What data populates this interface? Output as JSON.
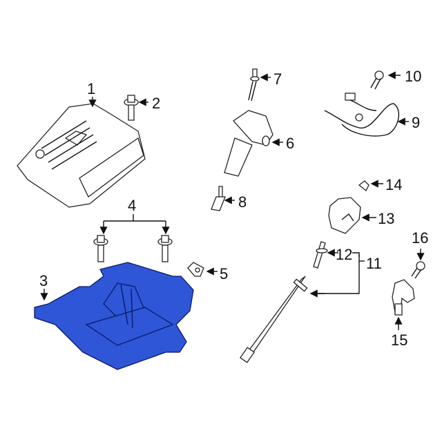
{
  "diagram": {
    "title": "",
    "highlight_color": "#2f56d6",
    "callouts": [
      {
        "id": "1",
        "label": "1"
      },
      {
        "id": "2",
        "label": "2"
      },
      {
        "id": "3",
        "label": "3"
      },
      {
        "id": "4",
        "label": "4"
      },
      {
        "id": "5",
        "label": "5"
      },
      {
        "id": "6",
        "label": "6"
      },
      {
        "id": "7",
        "label": "7"
      },
      {
        "id": "8",
        "label": "8"
      },
      {
        "id": "9",
        "label": "9"
      },
      {
        "id": "10",
        "label": "10"
      },
      {
        "id": "11",
        "label": "11"
      },
      {
        "id": "12",
        "label": "12"
      },
      {
        "id": "13",
        "label": "13"
      },
      {
        "id": "14",
        "label": "14"
      },
      {
        "id": "15",
        "label": "15"
      },
      {
        "id": "16",
        "label": "16"
      }
    ]
  }
}
